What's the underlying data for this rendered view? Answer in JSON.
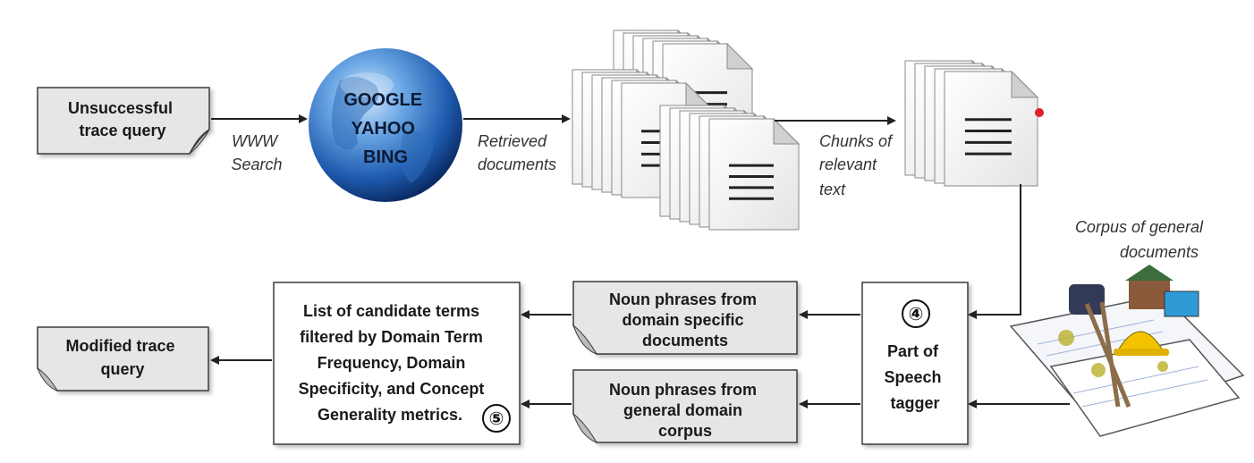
{
  "colors": {
    "doc_fill": "#e6e6e6",
    "box_stroke": "#3a3a3a",
    "arrow": "#222222",
    "globe_light": "#7fb6ea",
    "globe_dark": "#0f3f86"
  },
  "nodes": {
    "unsuccessful_query": {
      "lines": [
        "Unsuccessful",
        "trace query"
      ]
    },
    "search_engines": {
      "lines": [
        "GOOGLE",
        "YAHOO",
        "BING"
      ]
    },
    "pos_tagger": {
      "number": "④",
      "lines": [
        "Part of",
        "Speech",
        "tagger"
      ]
    },
    "np_domain": {
      "lines": [
        "Noun phrases from",
        "domain specific",
        "documents"
      ]
    },
    "np_general": {
      "lines": [
        "Noun phrases from",
        "general domain",
        "corpus"
      ]
    },
    "candidate_terms": {
      "lines": [
        "List of candidate terms",
        "filtered by Domain Term",
        "Frequency, Domain",
        "Specificity, and Concept",
        "Generality metrics."
      ],
      "number": "⑤"
    },
    "modified_query": {
      "lines": [
        "Modified trace",
        "query"
      ]
    }
  },
  "edge_labels": {
    "www_search": [
      "WWW",
      "Search"
    ],
    "retrieved": [
      "Retrieved",
      "documents"
    ],
    "chunks": [
      "Chunks of",
      "relevant",
      "text"
    ],
    "corpus": [
      "Corpus of general",
      "documents"
    ]
  }
}
